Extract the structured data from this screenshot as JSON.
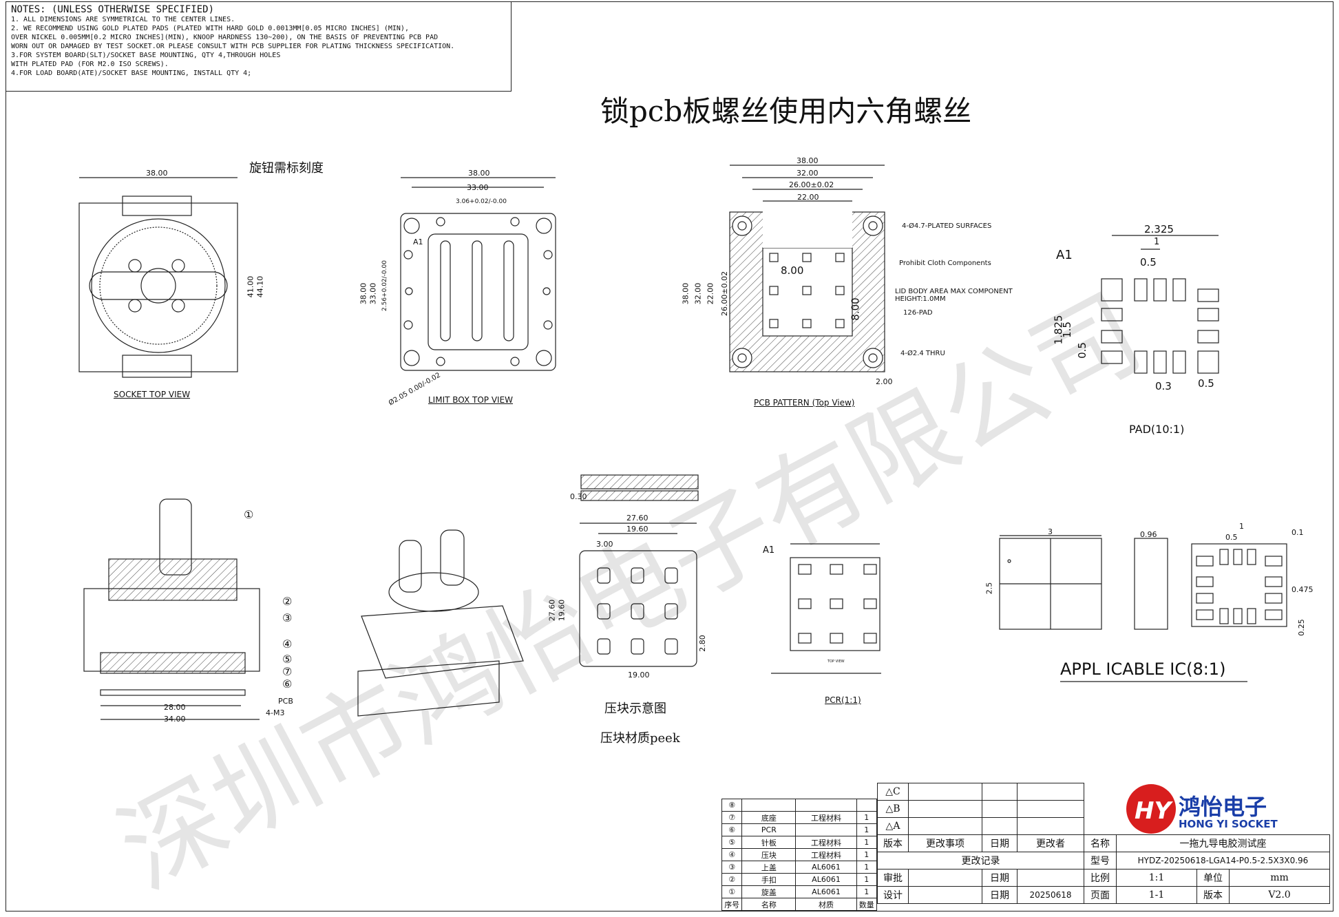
{
  "notes": {
    "heading": "NOTES: (UNLESS OTHERWISE SPECIFIED)",
    "lines": [
      "1. ALL DIMENSIONS ARE SYMMETRICAL TO THE CENTER LINES.",
      "2. WE RECOMMEND USING GOLD PLATED PADS (PLATED WITH HARD GOLD 0.0013MM[0.05 MICRO INCHES] (MIN),",
      "OVER NICKEL 0.005MM[0.2 MICRO INCHES](MIN), KNOOP HARDNESS 130~200), ON THE BASIS OF PREVENTING PCB PAD",
      "WORN OUT OR DAMAGED BY TEST SOCKET.OR PLEASE CONSULT WITH PCB SUPPLIER FOR PLATING THICKNESS SPECIFICATION.",
      "3.FOR SYSTEM BOARD(SLT)/SOCKET BASE MOUNTING, QTY 4,THROUGH HOLES",
      "WITH PLATED PAD (FOR M2.0 ISO SCREWS).",
      "4.FOR LOAD BOARD(ATE)/SOCKET BASE MOUNTING, INSTALL QTY 4;"
    ]
  },
  "title": "锁pcb板螺丝使用内六角螺丝",
  "views": {
    "socket_top": {
      "label": "SOCKET TOP VIEW",
      "note": "旋钮需标刻度",
      "dim_w": "38.00",
      "dim_h1": "41.00",
      "dim_h2": "44.10"
    },
    "limit_box": {
      "label": "LIMIT BOX  TOP VIEW",
      "w1": "38.00",
      "w2": "33.00",
      "slot": "3.06+0.02/-0.00",
      "h1": "38.00",
      "h2": "33.00",
      "slot_h": "2.56+0.02/-0.00",
      "hole": "Ø2.05 0.00/-0.02",
      "a1": "A1"
    },
    "pcb_pattern": {
      "label": "PCB PATTERN (Top View)",
      "w1": "38.00",
      "w2": "32.00",
      "w3": "26.00±0.02",
      "w4": "22.00",
      "h1": "38.00",
      "h2": "32.00",
      "h3": "22.00",
      "h4": "26.00±0.02",
      "pitch_x": "8.00",
      "pitch_y": "8.00",
      "edge": "2.00",
      "callouts": [
        "4-Ø4.7-PLATED SURFACES",
        "Prohibit Cloth Components",
        "LID BODY AREA MAX COMPONENT HEIGHT:1.0MM",
        "126-PAD",
        "4-Ø2.4  THRU"
      ]
    },
    "pad": {
      "label": "PAD(10:1)",
      "a1": "A1",
      "d1": "2.325",
      "d2": "1",
      "d3": "0.5",
      "d4": "1.825",
      "d5": "1.5",
      "d6": "0.5",
      "d7": "0.3",
      "d8": "0.5"
    },
    "section": {
      "balloons": [
        "①",
        "②",
        "③",
        "④",
        "⑤",
        "⑦",
        "⑥"
      ],
      "pcb": "PCB",
      "d1": "28.00",
      "d2": "34.00",
      "m3": "4-M3"
    },
    "press_block": {
      "t": "0.30",
      "w1": "27.60",
      "w2": "19.60",
      "e": "3.00",
      "h1": "27.60",
      "h2": "19.60",
      "p": "2.80",
      "b": "19.00",
      "caption1": "压块示意图",
      "caption2": "压块材质peek"
    },
    "pcr": {
      "label": "PCR(1:1)",
      "a1": "A1",
      "small": "TOP VIEW"
    },
    "applicable": {
      "label": "APPL ICABLE IC(8:1)",
      "w": "3",
      "h": "2.5",
      "t": "0.96",
      "p1": "1",
      "p2": "0.5",
      "p3": "0.1",
      "p4": "0.475",
      "p5": "0.25"
    }
  },
  "bom": {
    "rows": [
      {
        "no": "⑧",
        "name": "",
        "material": "",
        "qty": ""
      },
      {
        "no": "⑦",
        "name": "底座",
        "material": "工程材料",
        "qty": "1"
      },
      {
        "no": "⑥",
        "name": "PCR",
        "material": "",
        "qty": "1"
      },
      {
        "no": "⑤",
        "name": "针板",
        "material": "工程材料",
        "qty": "1"
      },
      {
        "no": "④",
        "name": "压块",
        "material": "工程材料",
        "qty": "1"
      },
      {
        "no": "③",
        "name": "上盖",
        "material": "AL6061",
        "qty": "1"
      },
      {
        "no": "②",
        "name": "手扣",
        "material": "AL6061",
        "qty": "1"
      },
      {
        "no": "①",
        "name": "旋盖",
        "material": "AL6061",
        "qty": "1"
      }
    ],
    "header": {
      "no": "序号",
      "name": "名称",
      "material": "材质",
      "qty": "数量"
    }
  },
  "revisions": {
    "c": "△C",
    "b": "△B",
    "a": "△A",
    "version": "版本",
    "item": "更改事项",
    "date": "日期",
    "changer": "更改者",
    "record": "更改记录"
  },
  "titleblock": {
    "name_label": "名称",
    "name": "一拖九导电胶测试座",
    "model_label": "型号",
    "model": "HYDZ-20250618-LGA14-P0.5-2.5X3X0.96",
    "approve": "审批",
    "design": "设计",
    "date": "日期",
    "design_date": "20250618",
    "scale_label": "比例",
    "scale": "1:1",
    "unit_label": "单位",
    "unit": "mm",
    "page_label": "页面",
    "page": "1-1",
    "ver_label": "版本",
    "ver": "V2.0"
  },
  "logo": {
    "cn": "鸿怡电子",
    "en": "HONG YI SOCKET",
    "mark": "HY",
    "sub": "SOCKET"
  },
  "watermark": "深圳市鸿怡电子有限公司",
  "colors": {
    "logo_blue": "#1a3ea8",
    "logo_red": "#d81e1e"
  }
}
